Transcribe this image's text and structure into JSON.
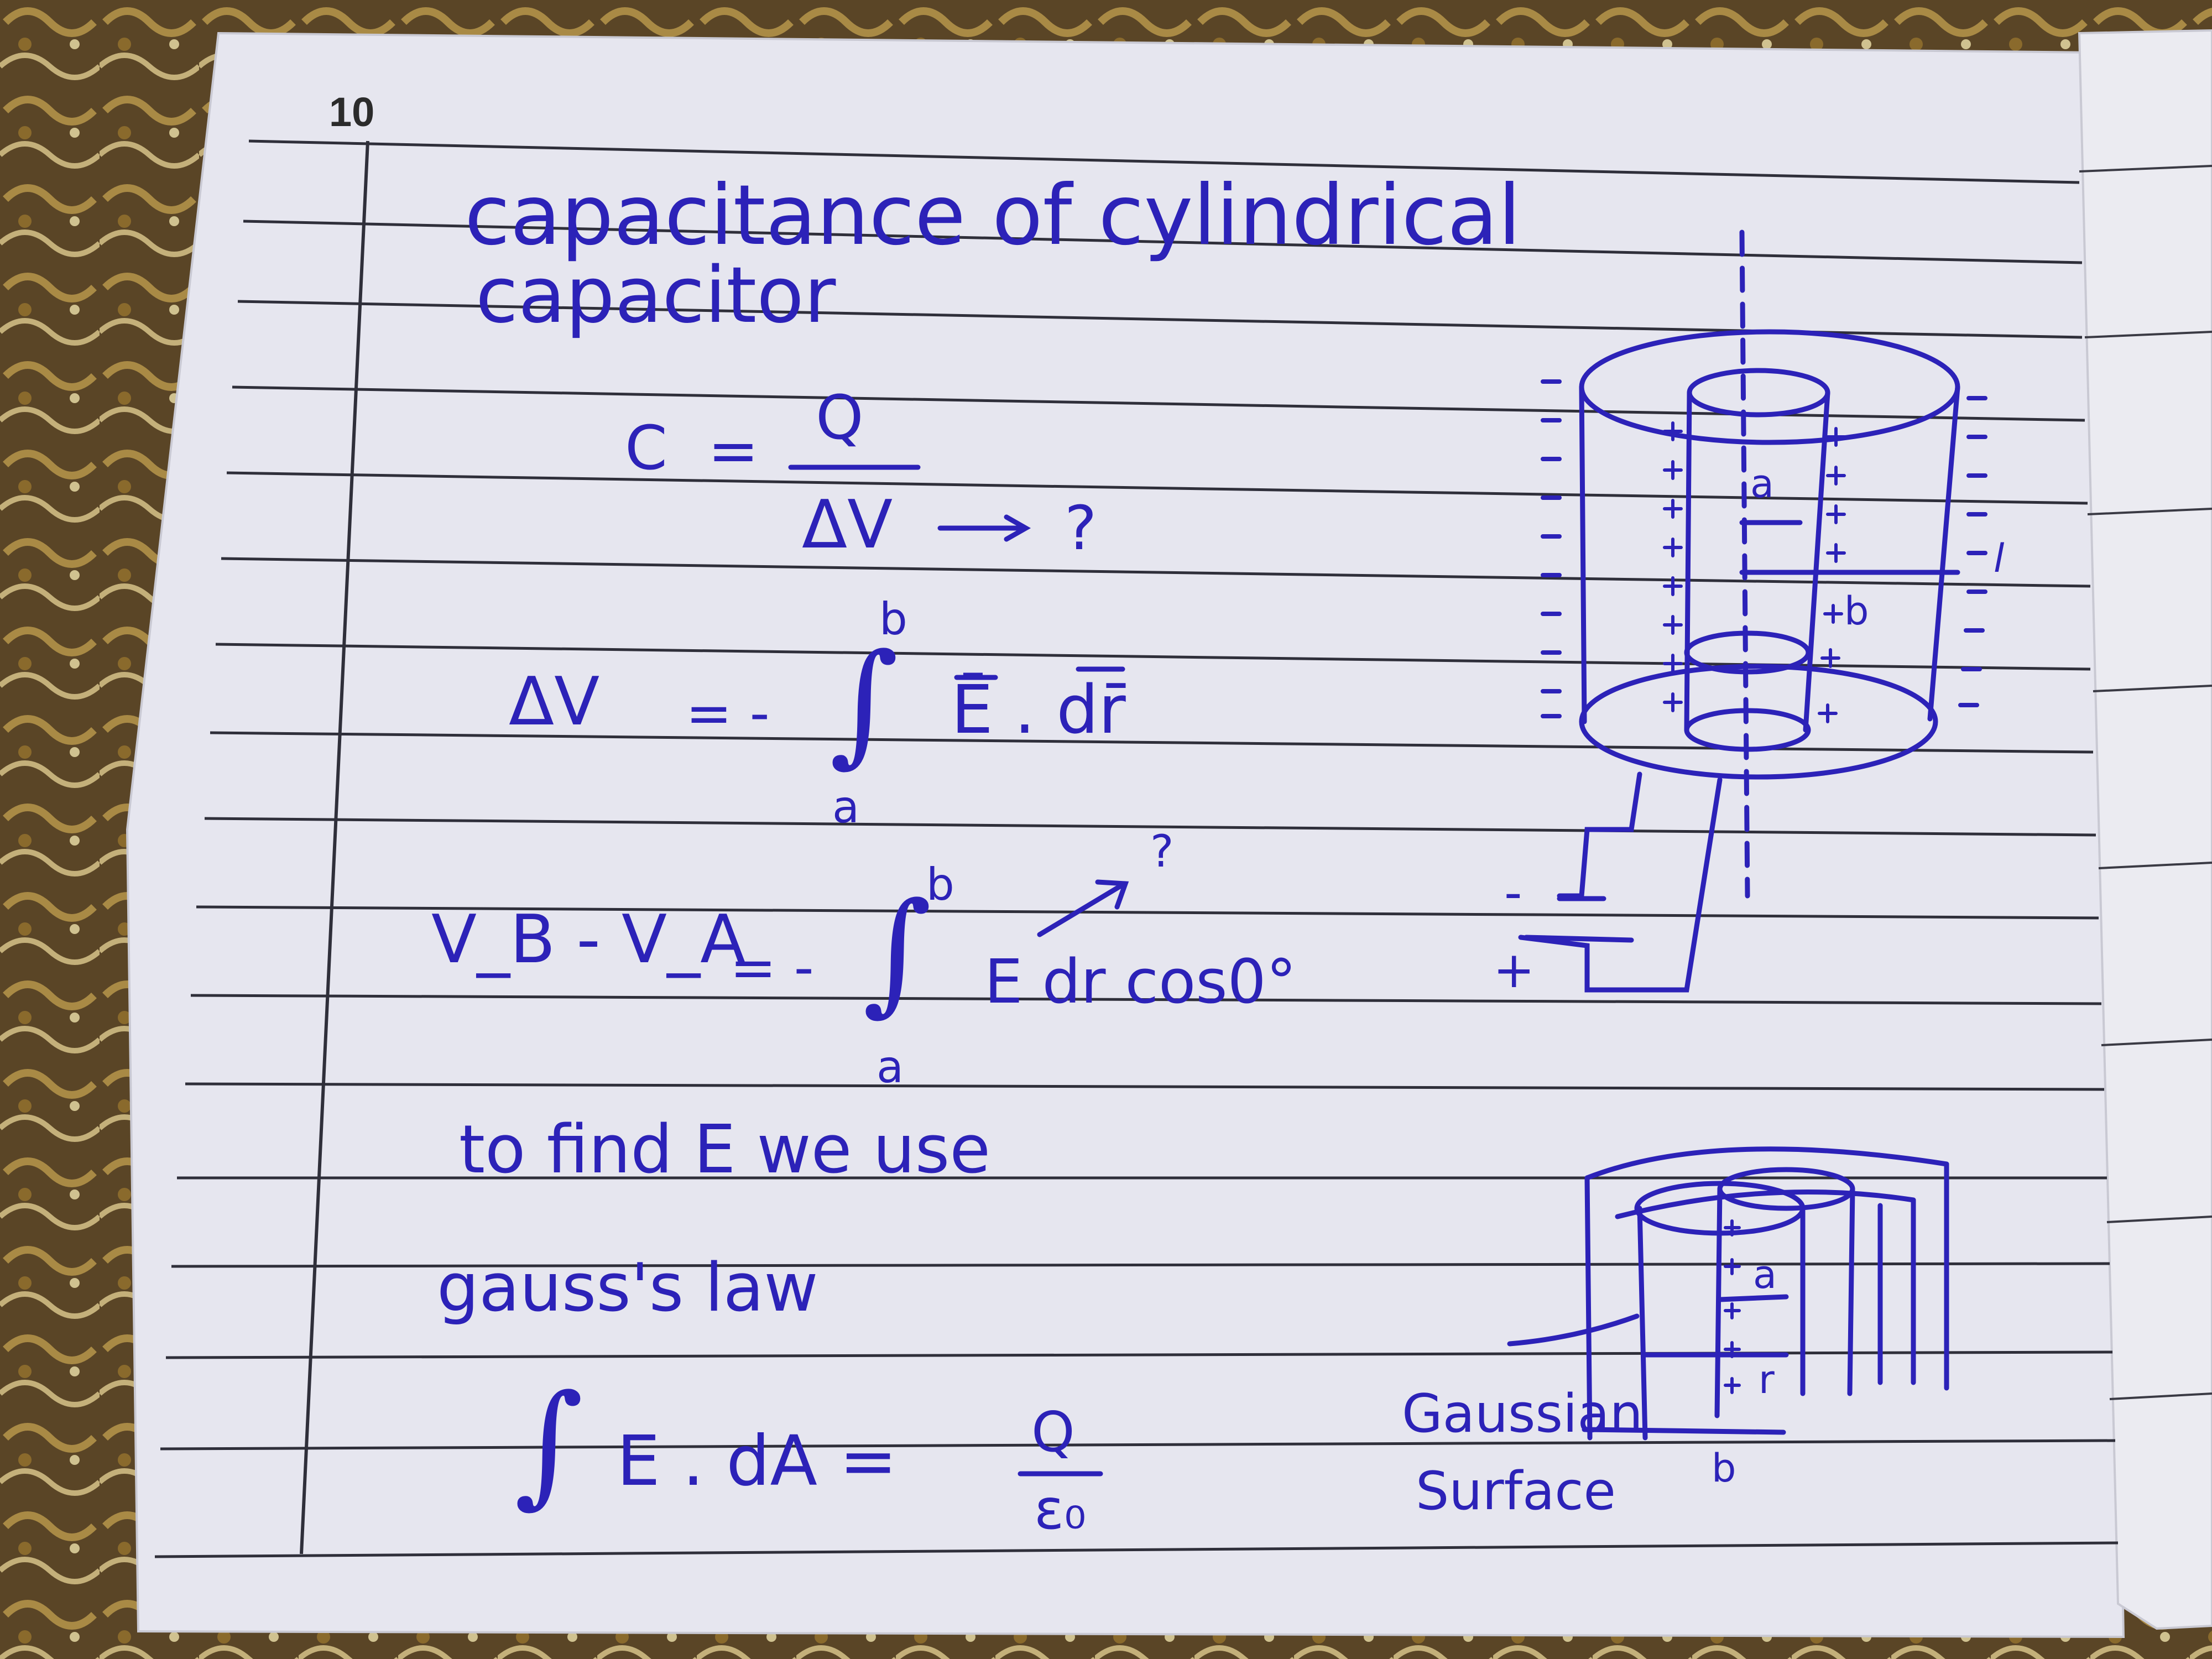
{
  "notebook": {
    "page_number": "10",
    "colors": {
      "ink": "#2c22b8",
      "paper": "#e6e6ef",
      "rule": "#2f2f3a",
      "cloth": "#5a4526"
    }
  },
  "heading": {
    "line1": "capacitance of cylindrical",
    "line2": "capacitor"
  },
  "capacitance_equation": {
    "lhs": "C",
    "equals": "=",
    "numerator": "Q",
    "denominator": "ΔV",
    "arrow_note": "?"
  },
  "potential_difference_equation": {
    "lhs": "ΔV",
    "equals": "= -",
    "integral": "∫",
    "upper_limit": "b",
    "lower_limit": "a",
    "integrand": "Ē . dr̄"
  },
  "potential_expanded_equation": {
    "lhs": "V_B - V_A",
    "equals": "= -",
    "integral": "∫",
    "upper_limit": "b",
    "lower_limit": "a",
    "integrand": "E dr cos0°",
    "question_mark": "?"
  },
  "gauss_intro": {
    "line1": "to find E we use",
    "line2": "gauss's law"
  },
  "gauss_law_equation": {
    "integral": "∫",
    "lhs": "E . dA =",
    "numerator": "Q",
    "denominator": "ε₀"
  },
  "capacitor_diagram": {
    "inner_radius_label": "a",
    "outer_radius_label": "b",
    "length_label": "l",
    "negative_terminal": "-",
    "positive_terminal": "+"
  },
  "gaussian_diagram": {
    "inner_label": "a",
    "radius_label": "r",
    "outer_label": "b",
    "surface_label_line1": "Gaussian",
    "surface_label_line2": "Surface"
  }
}
